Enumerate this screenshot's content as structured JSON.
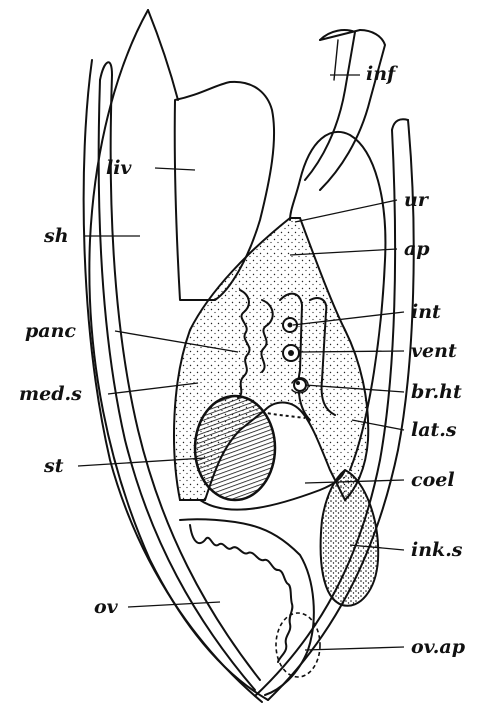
{
  "figure": {
    "labels": {
      "inf": "inf",
      "liv": "liv",
      "sh": "sh",
      "ur": "ur",
      "ap": "ap",
      "panc": "panc",
      "int": "int",
      "vent": "vent",
      "med_s": "med.s",
      "br_ht": "br.ht",
      "lat_s": "lat.s",
      "st": "st",
      "coel": "coel",
      "ink_s": "ink.s",
      "ov": "ov",
      "ov_ap": "ov.ap"
    },
    "colors": {
      "ink": "#111111",
      "paper": "#ffffff"
    }
  }
}
